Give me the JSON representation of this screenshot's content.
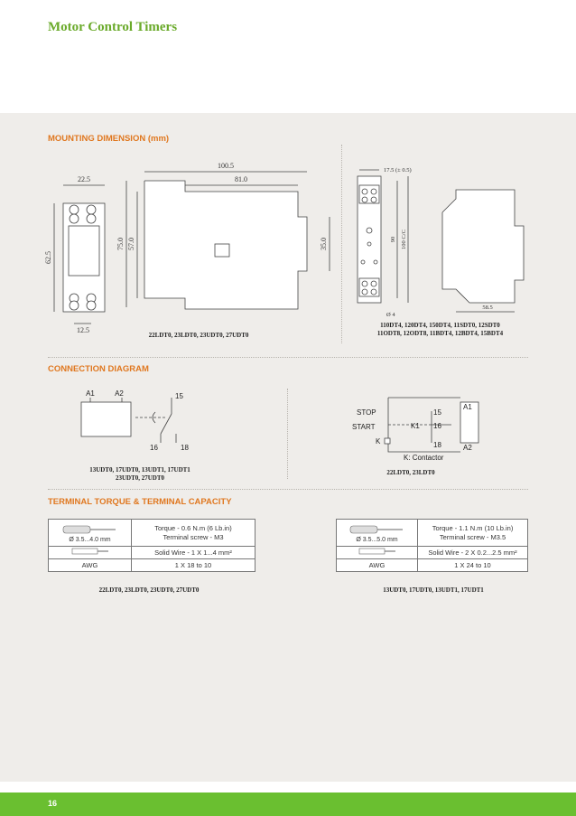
{
  "page": {
    "title": "Motor Control Timers",
    "number": "16"
  },
  "sections": {
    "mounting": "MOUNTING DIMENSION (mm)",
    "connection": "CONNECTION DIAGRAM",
    "torque": "TERMINAL TORQUE & TERMINAL CAPACITY"
  },
  "mounting": {
    "left_dims": {
      "w": "22.5",
      "h": "62.5",
      "base": "12.5",
      "h1": "75.0",
      "h2": "57.0",
      "l1": "100.5",
      "l2": "81.0",
      "h3": "35.0"
    },
    "left_caption": "22LDT0, 23LDT0, 23UDT0, 27UDT0",
    "right_dims": {
      "w": "17.5 (± 0.5)",
      "h1": "90",
      "h2": "100 C/C",
      "hole": "Ø 4",
      "d": "58.5"
    },
    "right_caption_1": "110DT4, 120DT4, 150DT4, 11SDT0, 12SDT0",
    "right_caption_2": "11ODT8, 12ODT8, 11BDT4, 12BDT4, 15BDT4"
  },
  "connection": {
    "left": {
      "a1": "A1",
      "a2": "A2",
      "t15": "15",
      "t16": "16",
      "t18": "18",
      "caption_1": "13UDT0, 17UDT0, 13UDT1, 17UDT1",
      "caption_2": "23UDT0, 27UDT0"
    },
    "right": {
      "stop": "STOP",
      "start": "START",
      "k": "K",
      "k1": "K1",
      "a1": "A1",
      "a2": "A2",
      "t15": "15",
      "t16": "16",
      "t18": "18",
      "legend": "K: Contactor",
      "caption": "22LDT0, 23LDT0"
    }
  },
  "torque": {
    "left": {
      "diameter": "Ø 3.5...4.0 mm",
      "torque": "Torque - 0.6 N.m (6 Lb.in)",
      "screw": "Terminal screw - M3",
      "wire": "Solid Wire - 1 X 1...4 mm²",
      "awg_label": "AWG",
      "awg": "1 X 18 to 10",
      "caption": "22LDT0, 23LDT0, 23UDT0, 27UDT0"
    },
    "right": {
      "diameter": "Ø 3.5...5.0 mm",
      "torque": "Torque - 1.1 N.m (10 Lb.in)",
      "screw": "Terminal screw - M3.5",
      "wire": "Solid Wire - 2 X 0.2...2.5 mm²",
      "awg_label": "AWG",
      "awg": "1 X 24 to 10",
      "caption": "13UDT0, 17UDT0, 13UDT1, 17UDT1"
    }
  },
  "colors": {
    "title": "#6aaa2a",
    "heading": "#e07820",
    "footer": "#6abf30",
    "panel": "#efedea"
  }
}
